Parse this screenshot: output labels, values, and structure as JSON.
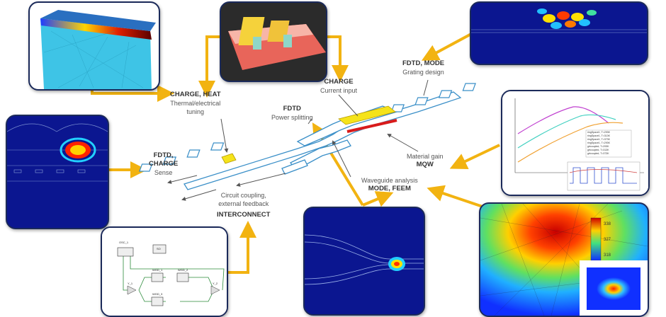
{
  "labels": {
    "charge_heat": {
      "title": "CHARGE, HEAT",
      "sub": "Thermal/electrical",
      "sub2": "tuning"
    },
    "charge": {
      "title": "CHARGE",
      "sub": "Current input"
    },
    "fdtd_mode": {
      "title": "FDTD, MODE",
      "sub": "Grating design"
    },
    "fdtd_power": {
      "title": "FDTD",
      "sub": "Power splitting"
    },
    "fdtd_charge": {
      "title": "FDTD,",
      "title2": "CHARGE",
      "sub": "Sense"
    },
    "material_gain": {
      "sub": "Material gain",
      "title": "MQW"
    },
    "waveguide": {
      "sub": "Waveguide analysis",
      "title": "MODE, FEEM"
    },
    "interconnect": {
      "sub": "Circuit coupling,",
      "sub2": "external feedback",
      "title": "INTERCONNECT"
    }
  },
  "chart_legend": [
    "ringSpace1, T=293K",
    "ringSpace1, T=313K",
    "ringSpace1, T=373K",
    "ringSpace1, T=293K",
    "grtcoupled, T=293K",
    "grtcoupled, T=313K",
    "grtcoupled, T=373K"
  ],
  "feem_scale": [
    "338",
    "327",
    "318"
  ],
  "circuit": {
    "osc": "OSC_1",
    "sq": "SO",
    "blocks": [
      "WGD_1",
      "WGD_2",
      "WGD_3"
    ],
    "y1": "Y_1",
    "y2": "Y_2"
  },
  "colors": {
    "arrow": "#f2b311",
    "panel_border": "#1b2a5a",
    "waveguide": "#3a8fc8",
    "gain_bar": "#d81b1b",
    "contact": "#f5e31a"
  }
}
